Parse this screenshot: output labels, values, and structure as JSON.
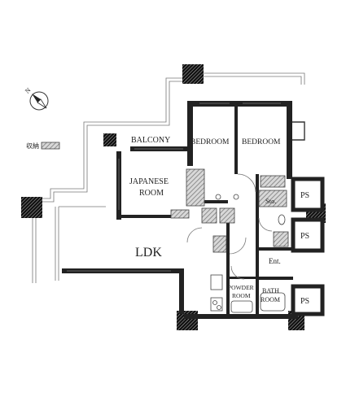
{
  "compass": {
    "north_label": "N",
    "icon": "compass-icon"
  },
  "legend": {
    "storage_label": "収納"
  },
  "rooms": {
    "balcony": "BALCONY",
    "bedroom1": "BEDROOM",
    "bedroom2": "BEDROOM",
    "japanese_room_line1": "JAPANESE",
    "japanese_room_line2": "ROOM",
    "ldk": "LDK",
    "storage": "Sto.",
    "ps_top": "PS",
    "ps_mid": "PS",
    "ps_bottom": "PS",
    "entrance": "Ent.",
    "powder_room_line1": "POWDER",
    "powder_room_line2": "ROOM",
    "bath_room_line1": "BATH",
    "bath_room_line2": "ROOM"
  },
  "colors": {
    "wall": "#222222",
    "hatch": "#999999",
    "background": "#ffffff"
  }
}
